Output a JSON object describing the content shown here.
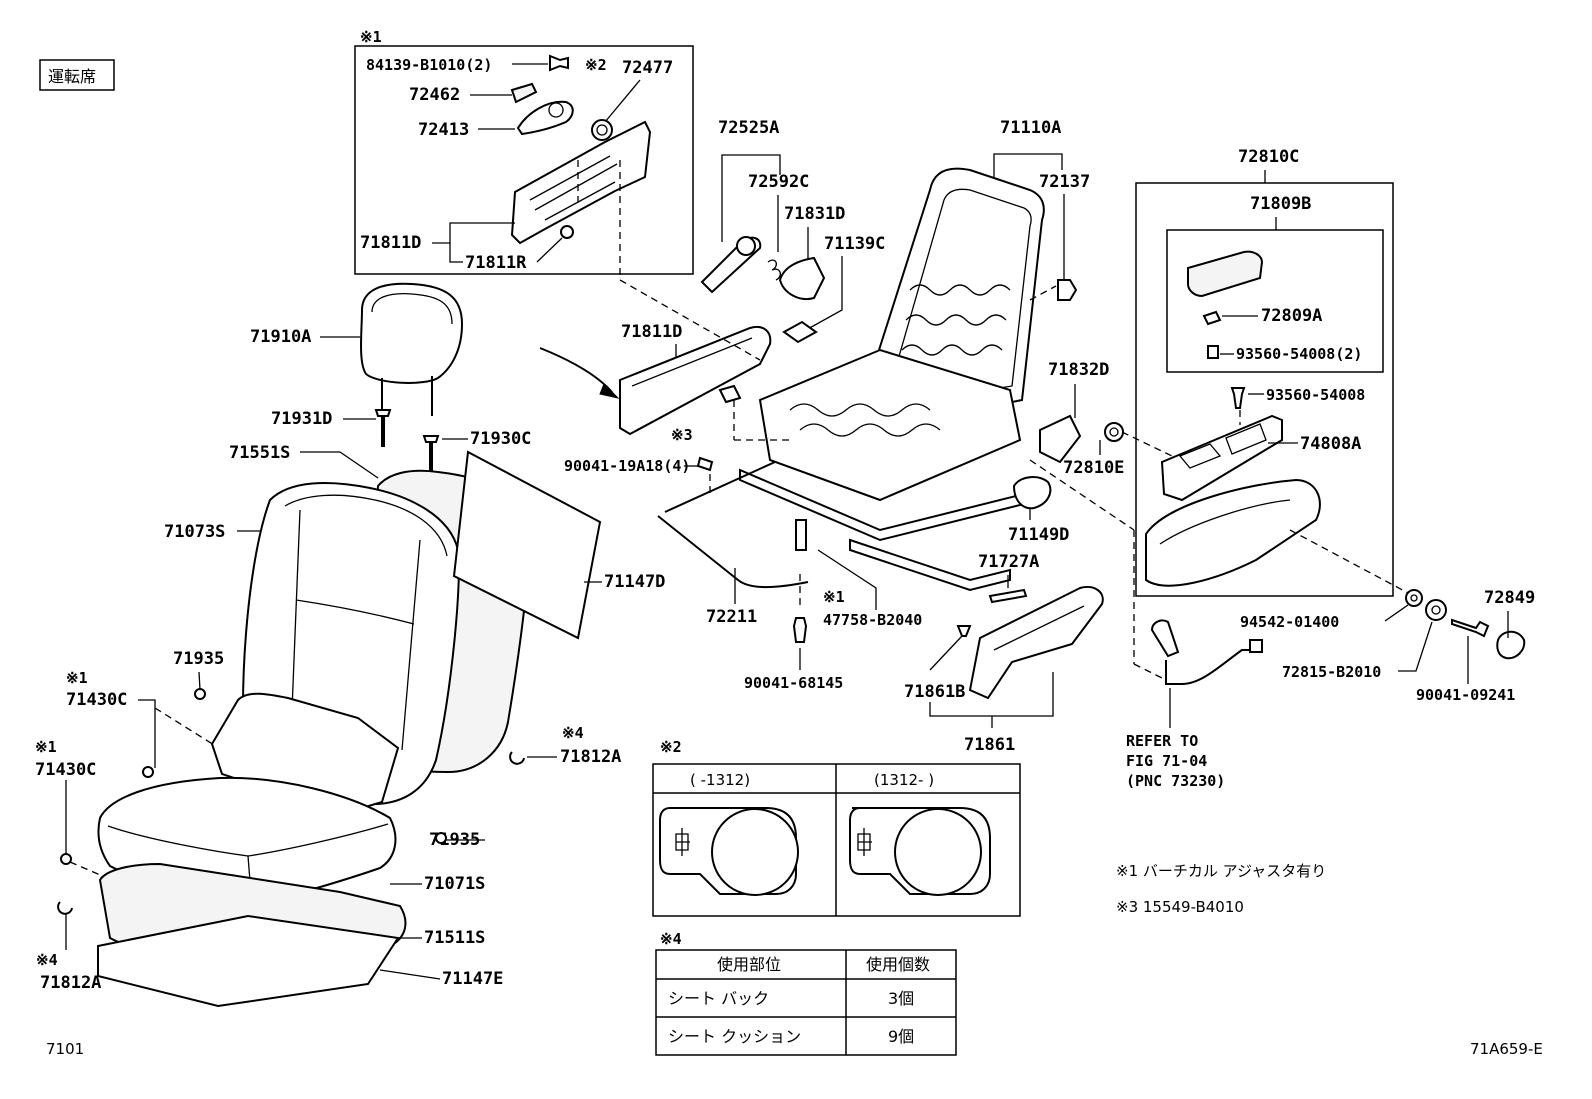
{
  "header": {
    "seat_label": "運転席"
  },
  "footer": {
    "figure_no": "7101",
    "illustration_no": "71A659-E"
  },
  "notes": {
    "n1": "※1 バーチカル アジャスタ有り",
    "n3": "※3 15549-B4010"
  },
  "marks": {
    "m1": "※1",
    "m2": "※2",
    "m3": "※3",
    "m4": "※4"
  },
  "parts": {
    "p84139": "84139-B1010(2)",
    "p72477": "72477",
    "p72462": "72462",
    "p72413": "72413",
    "p71811D_a": "71811D",
    "p71811R": "71811R",
    "p72525A": "72525A",
    "p72592C": "72592C",
    "p71831D": "71831D",
    "p71139C": "71139C",
    "p71110A": "71110A",
    "p72137": "72137",
    "p72810C": "72810C",
    "p71809B": "71809B",
    "p72809A": "72809A",
    "p93560_2": "93560-54008(2)",
    "p93560": "93560-54008",
    "p74808A": "74808A",
    "p71832D": "71832D",
    "p72810E": "72810E",
    "p71811D_b": "71811D",
    "p90041_19A18": "90041-19A18(4)",
    "p71149D": "71149D",
    "p71727A": "71727A",
    "p72211": "72211",
    "p47758": "47758-B2040",
    "p90041_68145": "90041-68145",
    "p71861B": "71861B",
    "p71861": "71861",
    "p94542": "94542-01400",
    "p72815": "72815-B2010",
    "p90041_09241": "90041-09241",
    "p72849": "72849",
    "p71910A": "71910A",
    "p71931D": "71931D",
    "p71930C": "71930C",
    "p71551S": "71551S",
    "p71073S": "71073S",
    "p71147D": "71147D",
    "p71935_a": "71935",
    "p71430C_a": "71430C",
    "p71430C_b": "71430C",
    "p71812A_a": "71812A",
    "p71935_b": "71935",
    "p71071S": "71071S",
    "p71511S": "71511S",
    "p71147E": "71147E",
    "p71812A_b": "71812A"
  },
  "refer": {
    "line1": "REFER TO",
    "line2": "FIG 71-04",
    "line3": "(PNC 73230)"
  },
  "detail2": {
    "col1": "(    -1312)",
    "col2": "(1312-    )"
  },
  "table4": {
    "header": [
      "使用部位",
      "使用個数"
    ],
    "rows": [
      [
        "シート バック",
        "3個"
      ],
      [
        "シート クッション",
        "9個"
      ]
    ]
  }
}
